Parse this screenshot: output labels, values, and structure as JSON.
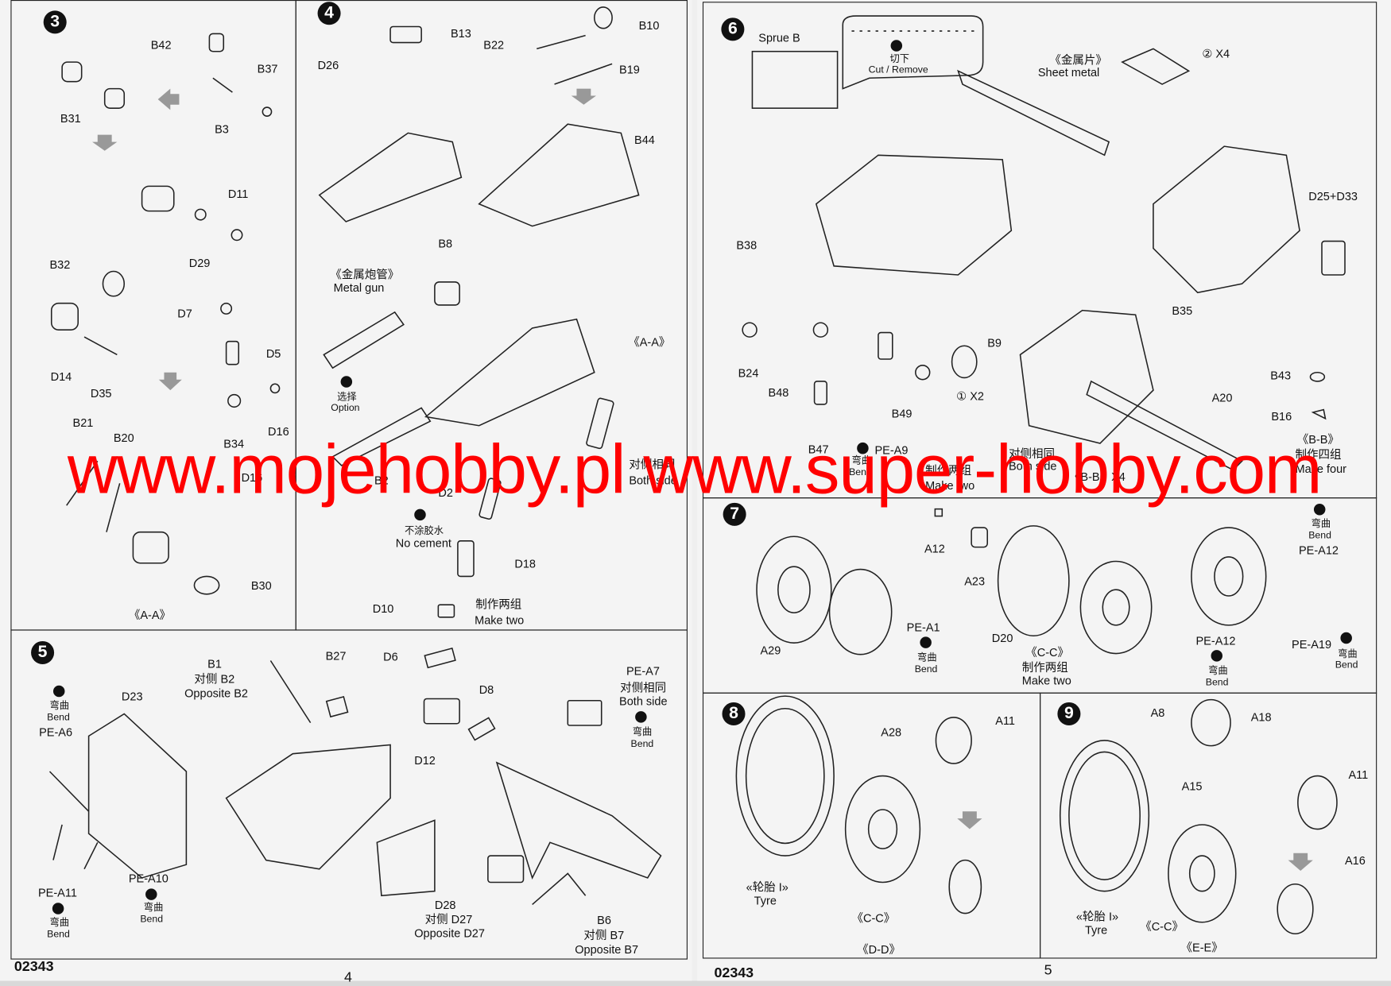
{
  "footer": {
    "left_code": "02343",
    "left_page": "4",
    "right_code": "02343",
    "right_page": "5"
  },
  "watermark": "www.mojehobby.pl www.super-hobby.com",
  "step3": {
    "number": "3",
    "labels": [
      "B42",
      "B37",
      "B31",
      "B3",
      "D11",
      "D29",
      "B32",
      "D7",
      "D5",
      "D14",
      "D35",
      "D16",
      "B21",
      "B20",
      "B34",
      "D16",
      "B30",
      "《A-A》"
    ]
  },
  "step4": {
    "number": "4",
    "labels": [
      "B13",
      "D26",
      "B22",
      "B10",
      "B19",
      "B44",
      "B8",
      "《金属炮管》",
      "Metal gun",
      "选择",
      "Option",
      "《A-A》",
      "对侧相同",
      "Both side",
      "B2",
      "D2",
      "不涂胶水",
      "No cement",
      "D18",
      "D10",
      "制作两组",
      "Make two"
    ]
  },
  "step5": {
    "number": "5",
    "labels": [
      "B1",
      "对侧 B2",
      "Opposite B2",
      "B27",
      "D6",
      "D8",
      "D23",
      "弯曲",
      "Bend",
      "PE-A6",
      "D12",
      "PE-A7",
      "对侧相同",
      "Both side",
      "弯曲",
      "Bend",
      "PE-A11",
      "PE-A10",
      "弯曲",
      "Bend",
      "弯曲",
      "Bend",
      "D28",
      "对侧 D27",
      "Opposite D27",
      "B6",
      "对侧 B7",
      "Opposite B7"
    ]
  },
  "step6": {
    "number": "6",
    "sprue": "Sprue B",
    "cut_cn": "切下",
    "cut_en": "Cut / Remove",
    "labels": [
      "《金属片》",
      "Sheet metal",
      "② X4",
      "D25+D33",
      "B38",
      "B35",
      "B9",
      "① X2",
      "B24",
      "B48",
      "B49",
      "A20",
      "B43",
      "B16",
      "B47",
      "PE-A9",
      "弯曲",
      "Bend",
      "制作两组",
      "Make two",
      "对侧相同",
      "Both side",
      "《B-B》X4",
      "《B-B》",
      "制作四组",
      "Make four"
    ]
  },
  "step7": {
    "number": "7",
    "labels": [
      "A12",
      "A23",
      "A29",
      "PE-A1",
      "弯曲",
      "Bend",
      "D20",
      "《C-C》",
      "制作两组",
      "Make two",
      "弯曲",
      "Bend",
      "PE-A12",
      "PE-A12",
      "PE-A19",
      "弯曲",
      "Bend",
      "弯曲",
      "Bend"
    ]
  },
  "step8": {
    "number": "8",
    "labels": [
      "A28",
      "A11",
      "«轮胎 I»",
      "Tyre",
      "《C-C》",
      "《D-D》"
    ]
  },
  "step9": {
    "number": "9",
    "labels": [
      "A8",
      "A18",
      "A15",
      "A11",
      "A16",
      "«轮胎 I»",
      "Tyre",
      "《C-C》",
      "《E-E》"
    ]
  },
  "colors": {
    "watermark": "#ff0000",
    "ink": "#111111",
    "paper": "#f4f4f4"
  }
}
